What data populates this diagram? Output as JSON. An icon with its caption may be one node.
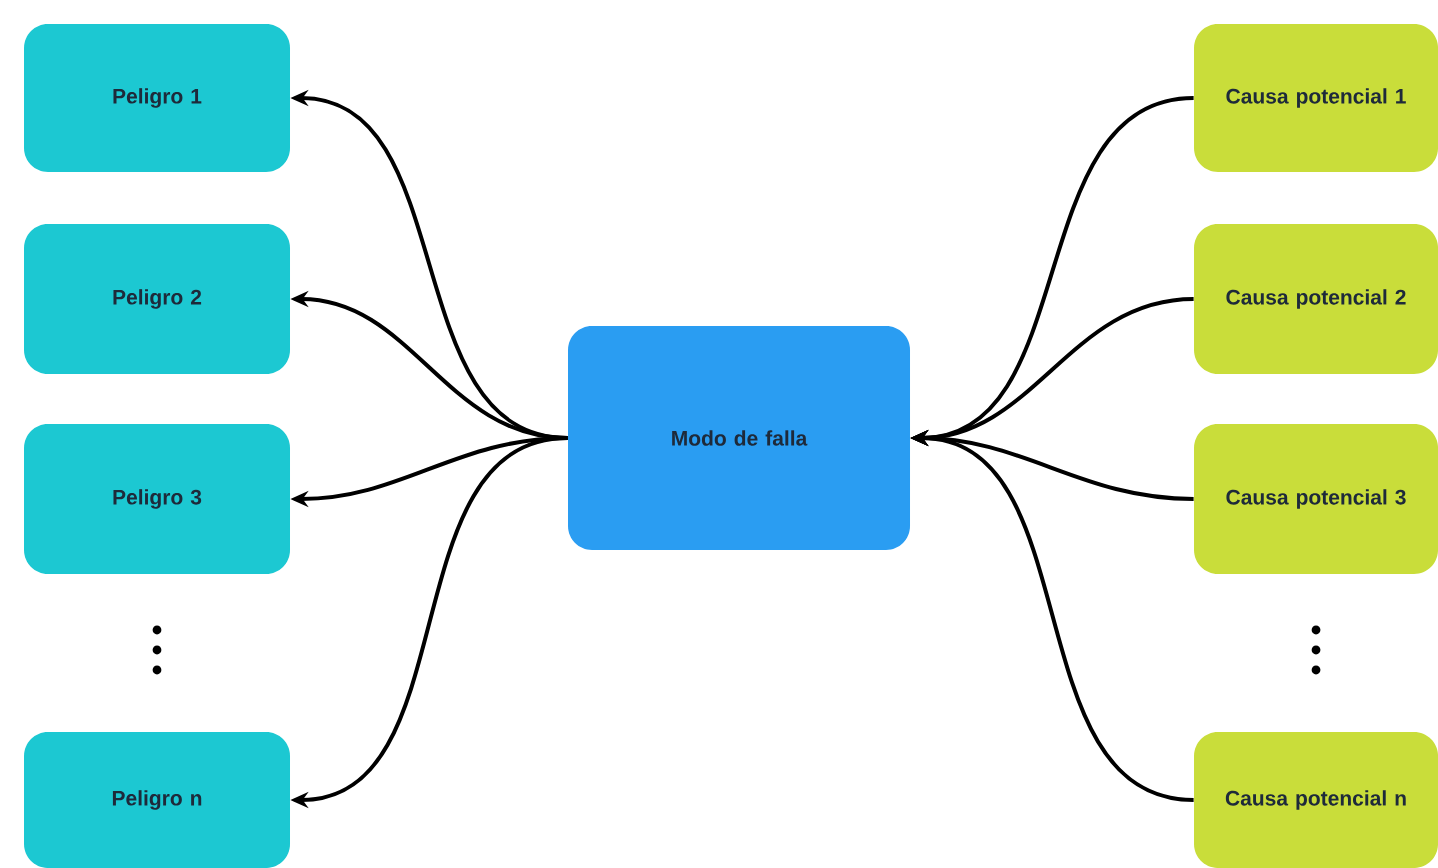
{
  "diagram": {
    "nodes": [
      {
        "text": [
          "Peligro 1"
        ]
      },
      {
        "text": [
          "Peligro 2"
        ]
      },
      {
        "text": [
          "Peligro 3"
        ]
      },
      {
        "text": [
          "Peligro n"
        ]
      },
      {
        "text": [
          "Modo de falla"
        ]
      },
      {
        "text": [
          "Causa potencial 1"
        ]
      },
      {
        "text": [
          "Causa potencial 2"
        ]
      },
      {
        "text": [
          "Causa potencial 3"
        ]
      },
      {
        "text": [
          "Causa potencial n"
        ]
      }
    ],
    "edges": [
      {
        "from": 4,
        "to": 0,
        "arrow": "to"
      },
      {
        "from": 4,
        "to": 1,
        "arrow": "to"
      },
      {
        "from": 4,
        "to": 2,
        "arrow": "to"
      },
      {
        "from": 4,
        "to": 3,
        "arrow": "to"
      },
      {
        "from": 5,
        "to": 4,
        "arrow": "to"
      },
      {
        "from": 6,
        "to": 4,
        "arrow": "to"
      },
      {
        "from": 7,
        "to": 4,
        "arrow": "to"
      },
      {
        "from": 8,
        "to": 4,
        "arrow": "to"
      }
    ]
  }
}
